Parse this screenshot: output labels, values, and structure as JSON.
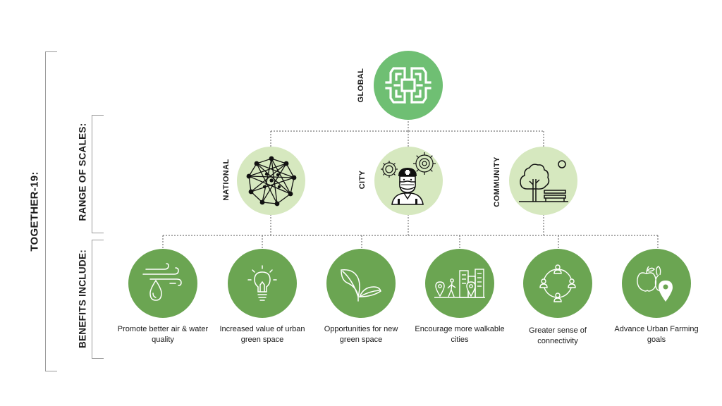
{
  "side_labels": {
    "together": "TOGETHER-19:",
    "range_of_scales": "RANGE OF SCALES:",
    "benefits_include": "BENEFITS INCLUDE:"
  },
  "scales": {
    "global": "GLOBAL",
    "national": "NATIONAL",
    "city": "CITY",
    "community": "COMMUNITY"
  },
  "benefits": [
    {
      "icon": "wind-water-drop-icon",
      "caption": "Promote better air & water quality"
    },
    {
      "icon": "lightbulb-icon",
      "caption": "Increased value of urban green space"
    },
    {
      "icon": "leaves-icon",
      "caption": "Opportunities for new green space"
    },
    {
      "icon": "walkable-city-icon",
      "caption": "Encourage more walkable cities"
    },
    {
      "icon": "connectivity-icon",
      "caption": "Greater sense of connectivity"
    },
    {
      "icon": "fruit-location-icon",
      "caption": "Advance Urban Farming goals"
    }
  ],
  "colors": {
    "global_circle": "#6fbf73",
    "scale_circle": "#d6e8bf",
    "benefit_circle": "#6ba552",
    "connector": "#777777",
    "bracket": "#9a9a9a"
  }
}
